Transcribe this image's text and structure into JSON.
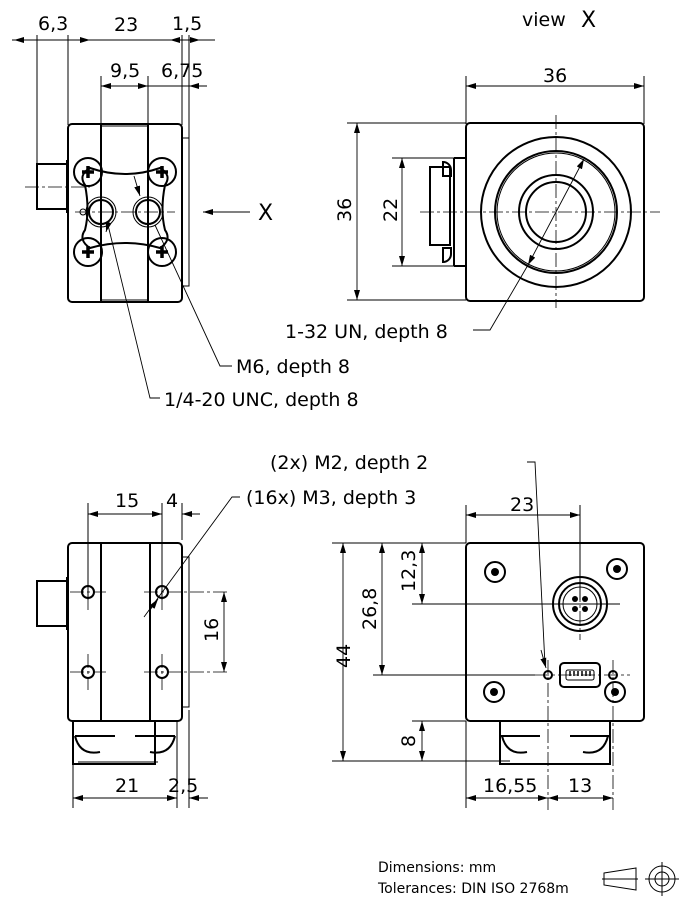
{
  "drawing": {
    "title": "Camera dimensional drawing",
    "view_label": "view",
    "view_letter": "X",
    "view_arrow_label": "X",
    "top_left_view": {
      "dims_top": [
        "6,3",
        "23",
        "1,5"
      ],
      "dims_second": [
        "9,5",
        "6,75"
      ],
      "callouts": [
        "M6, depth 8",
        "1/4-20 UNC, depth 8"
      ]
    },
    "top_right_view": {
      "dim_width": "36",
      "dim_height": "36",
      "dim_inner": "22",
      "callout": "1-32 UN, depth 8"
    },
    "bottom_left_view": {
      "dims_top": [
        "15",
        "4"
      ],
      "dim_right": "16",
      "dims_bottom": [
        "21",
        "2,5"
      ],
      "callout": "(16x) M3, depth 3"
    },
    "bottom_right_view": {
      "dim_top": "23",
      "dims_left": [
        "44",
        "26,8",
        "12,3"
      ],
      "dim_foot": "8",
      "dims_bottom": [
        "16,55",
        "13"
      ],
      "callout": "(2x) M2, depth 2"
    },
    "notes": {
      "dimensions": "Dimensions: mm",
      "tolerances": "Tolerances: DIN ISO 2768m"
    },
    "projection_symbol": "first-angle-projection-icon"
  }
}
